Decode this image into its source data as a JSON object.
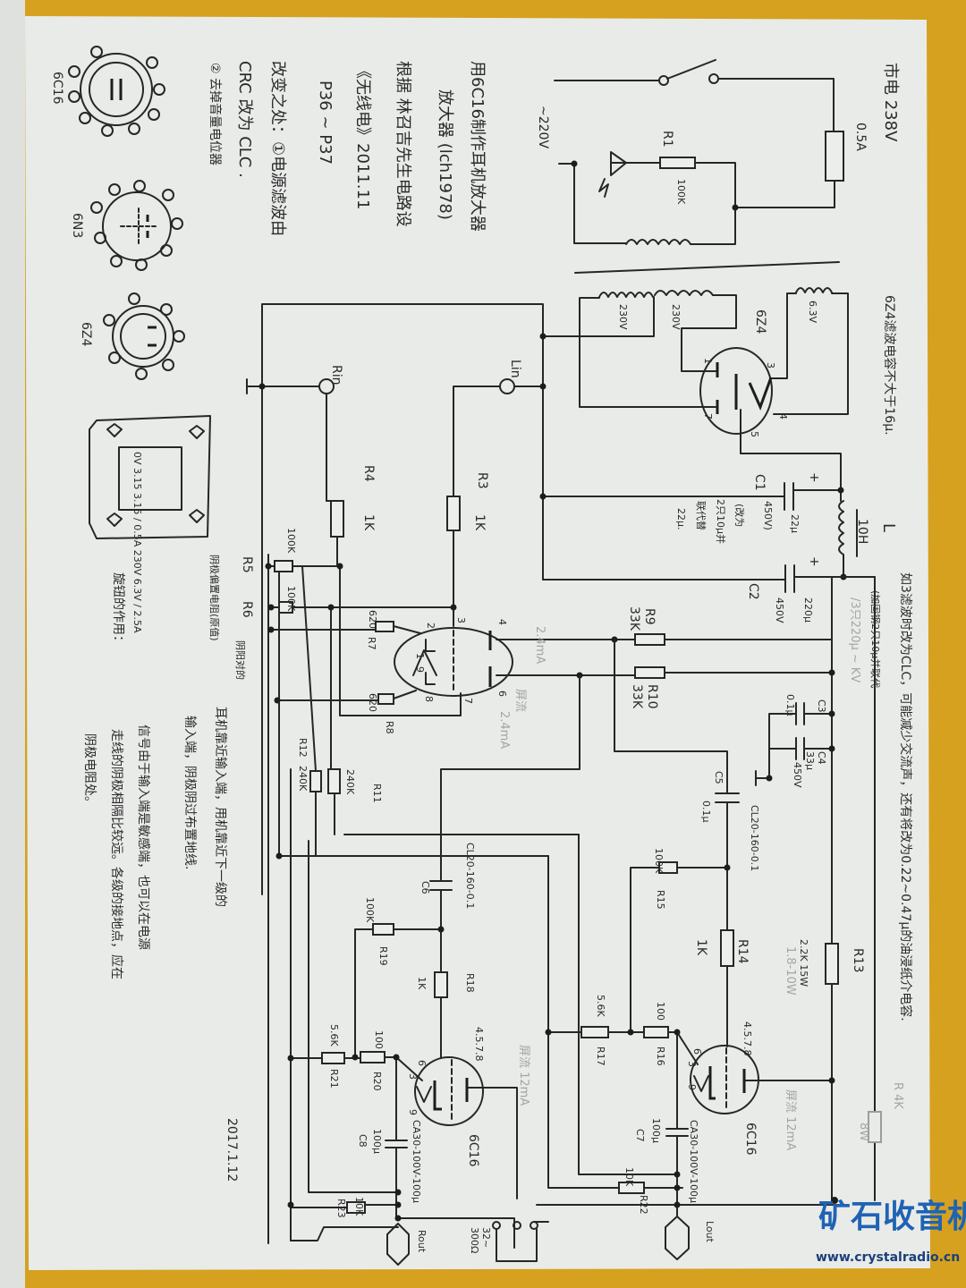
{
  "colors": {
    "paper": "#e9ebe9",
    "ink": "#262626",
    "pencil": "#a4a4a4",
    "border": "#d6a11e",
    "watermark": "#1f63b3"
  },
  "notes": {
    "line1": "用6C16制作耳机放大器",
    "line2": "放大器 (lch1978)",
    "line3": "根据 林召吉先生电路设",
    "line4": "《无线电》2011.11",
    "line5": "P36 ~ P37",
    "line6": "改变之处：①电源滤波由",
    "line7": "CRC 改为 CLC .",
    "line8": "② 去掉音量电位器",
    "date": "2017.1.12"
  },
  "tube_sockets": {
    "a": "6C16",
    "b": "6N3",
    "c": "6Z4",
    "transformer_text": "0V 3.15 3.15 / 0.5A 230V 6.3V / 2.5A"
  },
  "power": {
    "mains": "市电 238V",
    "fuse": "0.5A",
    "ac": "~220V",
    "r1": "R1",
    "r1_value": "100K"
  },
  "rectifier": {
    "primary1": "230V",
    "primary2": "230V",
    "tube": "6Z4",
    "heater": "6.3V",
    "pins": [
      "1",
      "3",
      "4",
      "5",
      "7"
    ],
    "note": "6Z4滤波电容不大于16μ."
  },
  "filter": {
    "c1": "C1",
    "c1_value": "22μ",
    "c1_voltage": "450V)",
    "c1_note": [
      "(改为",
      "2只10μ并",
      "联代替",
      "22μ."
    ],
    "l": "L",
    "l_value": "10H",
    "c2": "C2",
    "c2_value": "220μ",
    "c2_voltage": "450V",
    "note_right": "如3滤波时改为CLC，可能减少交流声，还有将改为0.22~0.47μ的油浸纸介电容.",
    "note_pencil": "(加固钢2只10μ并联代",
    "note_pencil2": "/3只220μ ~ KV"
  },
  "input": {
    "rin": "Rin",
    "lin": "Lin",
    "r4": "R4",
    "r4_value": "1K",
    "r3": "R3",
    "r3_value": "1K",
    "r5": "R5",
    "r6": "R6",
    "r5_value": "100K",
    "r6_value": "100K"
  },
  "stage1": {
    "r7": "R7",
    "r7_value": "620",
    "r8": "R8",
    "r8_value": "620",
    "pins": [
      "2",
      "1",
      "9",
      "8",
      "3",
      "7",
      "4",
      "6"
    ],
    "current_a": "2.4mA",
    "current_b": "屏流",
    "current_c": "2.4mA",
    "r9": "R9",
    "r9_value": "33K",
    "r10": "R10",
    "r10_value": "33K",
    "r11": "R11",
    "r11_value": "240K",
    "r12": "R12",
    "r12_value": "240K",
    "cathode_note_top": "阴阳对的",
    "cathode_note": "阴极偏置电阻(原值)",
    "c3": "C3",
    "c3_value": "0.1μ",
    "c4": "C4",
    "c4_value": "33μ",
    "c4_voltage": "450V"
  },
  "stage_right": {
    "c5": "C5",
    "c5_value": "0.1μ",
    "c5_type": "CL20-160-0.1",
    "r15": "R15",
    "r15_value": "100K",
    "r14": "R14",
    "r14_value": "1K",
    "r13": "R13",
    "r13_value": "2.2K 15W",
    "r13_pencil": "1.8-10W",
    "r16": "R16",
    "r16_value": "100",
    "r17": "R17",
    "r17_value": "5.6K",
    "tube_pins": "4.5.7.8",
    "pin6": "6",
    "pin3": "3",
    "pin9": "9",
    "tube": "6C16",
    "plate_current": "屏流 12mA",
    "c7": "C7",
    "c7_value": "100μ",
    "c7_type": "CA30-100V-100μ",
    "r22": "R22",
    "r22_value": "10K",
    "rload": "R 4K",
    "rload_power": "8W",
    "lout": "Lout"
  },
  "stage_left": {
    "c6": "C6",
    "c6_type": "CL20-160-0.1",
    "r19": "R19",
    "r19_value": "100K",
    "r18": "R18",
    "r18_value": "1K",
    "r20": "R20",
    "r20_value": "100",
    "r21": "R21",
    "r21_value": "5.6K",
    "tube_pins": "4.5.7.8",
    "pin6": "6",
    "pin3": "3",
    "pin9": "9",
    "tube": "6C16",
    "plate_current": "屏流 12mA",
    "c8": "C8",
    "c8_value": "100μ",
    "c8_type": "CA30-100V-100μ",
    "r23": "R23",
    "r23_value": "10K",
    "rout": "Rout",
    "jack": "32~",
    "jack2": "300Ω"
  },
  "bottom_notes": {
    "n1": "耳机靠近输入端，用机靠近下一级的",
    "n2": "输入端，阴极阴过布置地线.",
    "n3": "旋钮的作用：",
    "n4": "信号由于输入端是敏感端，也可以在电源",
    "n5": "走线的阴极相隔比较远。各级的接地点，应在",
    "n6": "阴极电阻处。"
  },
  "watermark": {
    "name": "矿石收音机",
    "url": "www.crystalradio.cn"
  }
}
